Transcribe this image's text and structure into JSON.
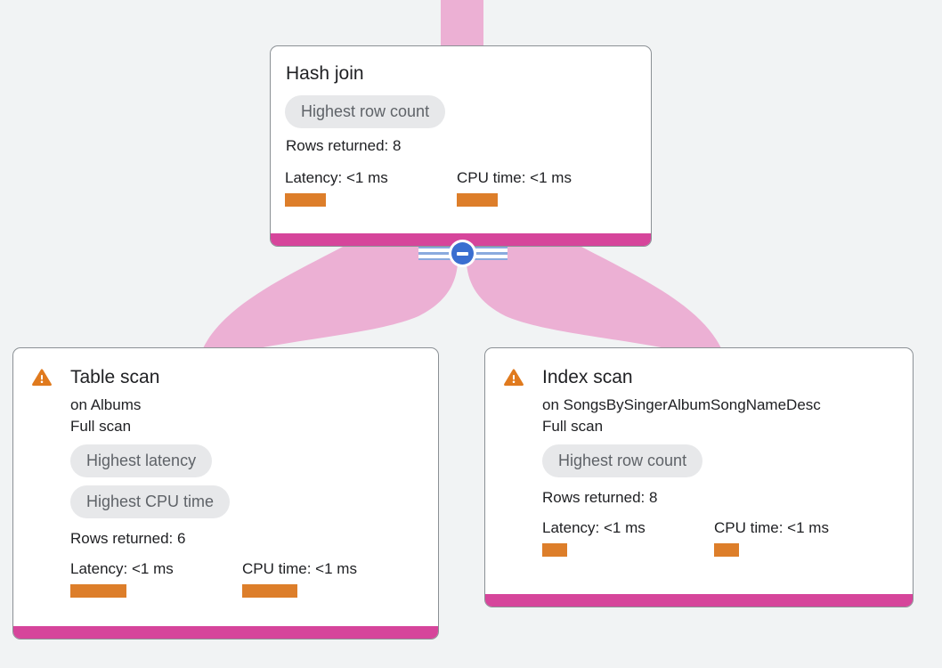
{
  "app": "query-execution-plan-visualizer",
  "colors": {
    "background": "#f1f3f4",
    "card_background": "#ffffff",
    "card_border": "#8b9095",
    "node_accent_pink": "#d6459b",
    "edge_pink": "#ecb0d4",
    "metric_bar_orange": "#dd7e2a",
    "warning_orange": "#e07a1e",
    "badge_background": "#e7e8ea",
    "badge_text": "#5f6368",
    "muted_text": "#80868b",
    "collapse_blue": "#3a6ed0"
  },
  "icons": {
    "warning": "warning-triangle-icon",
    "collapse": "collapse-minus-icon"
  },
  "edges": [
    {
      "from": "parent (off-screen)",
      "to": "Hash join"
    },
    {
      "from": "Hash join",
      "to": "Table scan"
    },
    {
      "from": "Hash join",
      "to": "Index scan"
    }
  ],
  "nodes": [
    {
      "title": "Hash join",
      "badges": [
        "Highest row count"
      ],
      "rows_returned": "Rows returned: 8",
      "latency_label": "Latency: <1 ms",
      "cpu_label": "CPU time: <1 ms",
      "latency_bar": 46,
      "cpu_bar": 46
    },
    {
      "title": "Table scan",
      "warning": true,
      "subtitle": "on Albums",
      "scan_type": "Full scan",
      "badges": [
        "Highest latency",
        "Highest CPU time"
      ],
      "rows_returned": "Rows returned: 6",
      "latency_label": "Latency: <1 ms",
      "cpu_label": "CPU time: <1 ms",
      "latency_bar": 63,
      "cpu_bar": 62
    },
    {
      "title": "Index scan",
      "warning": true,
      "subtitle": "on SongsBySingerAlbumSongNameDesc",
      "scan_type": "Full scan",
      "badges": [
        "Highest row count"
      ],
      "rows_returned": "Rows returned: 8",
      "latency_label": "Latency: <1 ms",
      "cpu_label": "CPU time: <1 ms",
      "latency_bar": 28,
      "cpu_bar": 28
    }
  ]
}
